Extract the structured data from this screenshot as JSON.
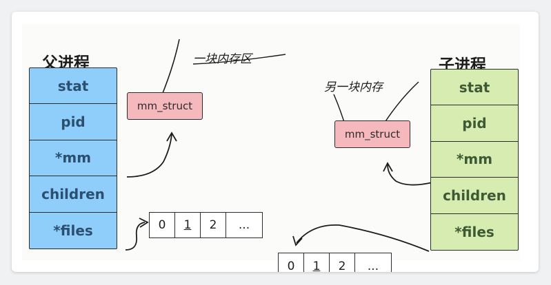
{
  "parent": {
    "title": "父进程",
    "fields": [
      "stat",
      "pid",
      "*mm",
      "children",
      "*files"
    ],
    "color": "#8fcdfb"
  },
  "child": {
    "title": "子进程",
    "fields": [
      "stat",
      "pid",
      "*mm",
      "children",
      "*files"
    ],
    "color": "#d6ecb0"
  },
  "mm_struct": {
    "parent_label": "mm_struct",
    "child_label": "mm_struct",
    "color": "#f5b8bc"
  },
  "annotations": {
    "parent_memory": "一块内存区",
    "child_memory": "另一块内存"
  },
  "fd_table": {
    "parent": [
      "0",
      "1",
      "2",
      "..."
    ],
    "child": [
      "0",
      "1",
      "2",
      "..."
    ]
  }
}
